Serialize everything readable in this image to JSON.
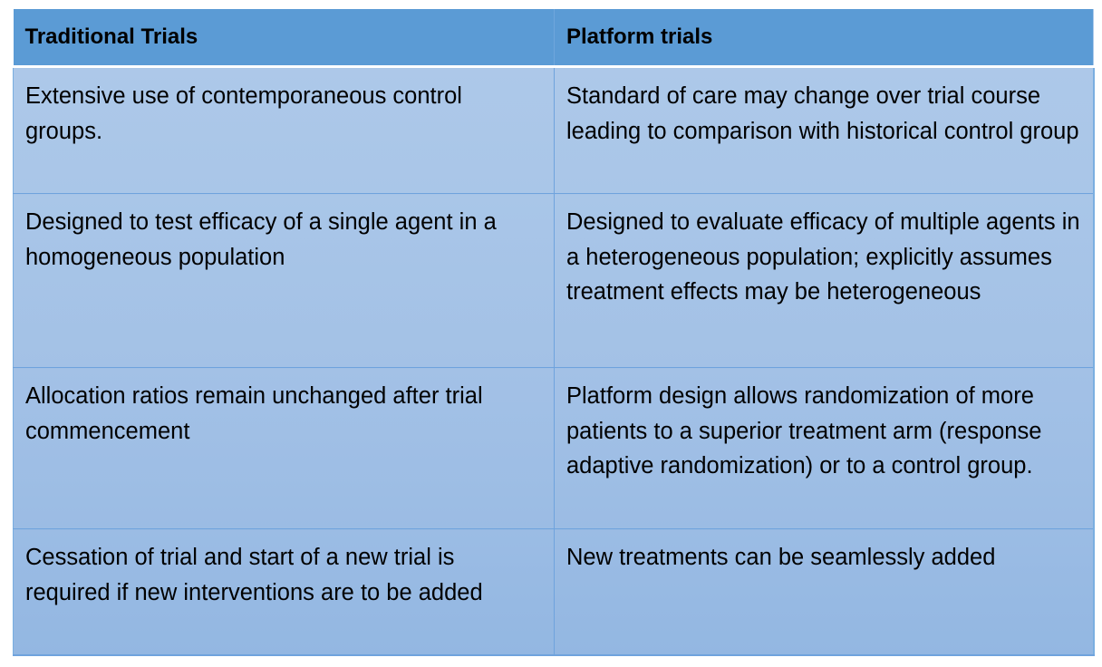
{
  "table": {
    "headers": [
      "Traditional Trials",
      "Platform trials"
    ],
    "rows": [
      {
        "traditional": "Extensive use of contemporaneous control groups.",
        "platform": "Standard of care may change over trial course leading to comparison with historical control group"
      },
      {
        "traditional": "Designed to test efficacy of a single agent in a homogeneous population",
        "platform": "Designed to evaluate efficacy of multiple agents in a heterogeneous population; explicitly assumes treatment effects may be heterogeneous"
      },
      {
        "traditional": "Allocation ratios remain unchanged after trial commencement",
        "platform": "Platform design allows randomization of more patients to a superior treatment arm (response adaptive randomization) or to a control group."
      },
      {
        "traditional": "Cessation of trial and start of a new trial is required if new interventions are to be added",
        "platform": "New treatments can be seamlessly added"
      }
    ]
  },
  "colors": {
    "header_bg": "#5b9bd5",
    "body_bg_top": "#adc8e9",
    "body_bg_bottom": "#93b7e2",
    "border": "#6fa3dd",
    "header_separator": "#ffffff",
    "text": "#000000"
  }
}
